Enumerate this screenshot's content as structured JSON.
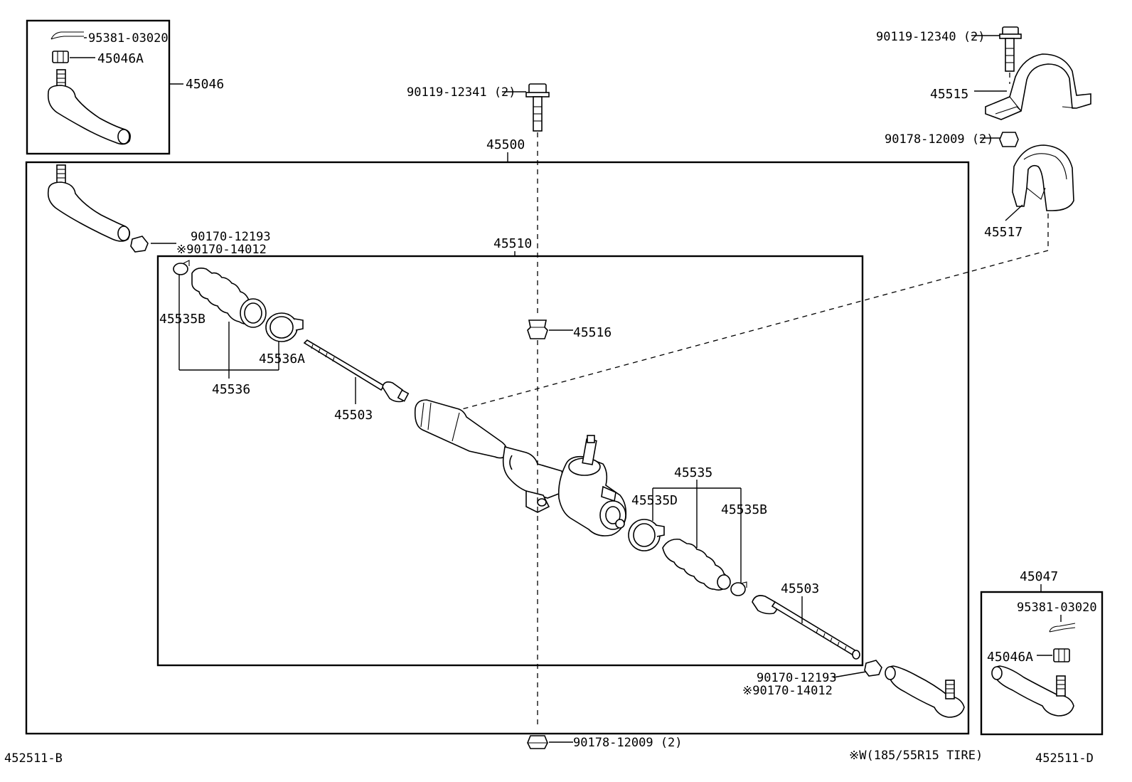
{
  "diagram": {
    "inset_left": {
      "assembly_label": "45046",
      "cotter_pin_label": "95381-03020",
      "nut_label": "45046A"
    },
    "inset_right": {
      "assembly_label": "45047",
      "cotter_pin_label": "95381-03020",
      "nut_label": "45046A"
    },
    "outer_box_label": "45500",
    "inner_box_label": "45510",
    "top_bolt_label": "90119-12341 (2)",
    "bottom_nut_label": "90178-12009 (2)",
    "bracket_bolt_label": "90119-12340 (2)",
    "bracket_label": "45515",
    "bracket_nut_label": "90178-12009 (2)",
    "bushing_label": "45517",
    "grommet_label": "45516",
    "left_locknut_label_1": "90170-12193",
    "left_locknut_label_2": "※90170-14012",
    "right_locknut_label_1": "90170-12193",
    "right_locknut_label_2": "※90170-14012",
    "left_clamp_label": "45535B",
    "left_band_label": "45536A",
    "left_boot_kit_label": "45536",
    "left_tie_rod_label": "45503",
    "right_boot_kit_label": "45535",
    "right_band_label": "45535D",
    "right_clamp_label": "45535B",
    "right_tie_rod_label": "45503",
    "footnote": "※W(185/55R15 TIRE)",
    "code_left": "452511-B",
    "code_right": "452511-D"
  }
}
